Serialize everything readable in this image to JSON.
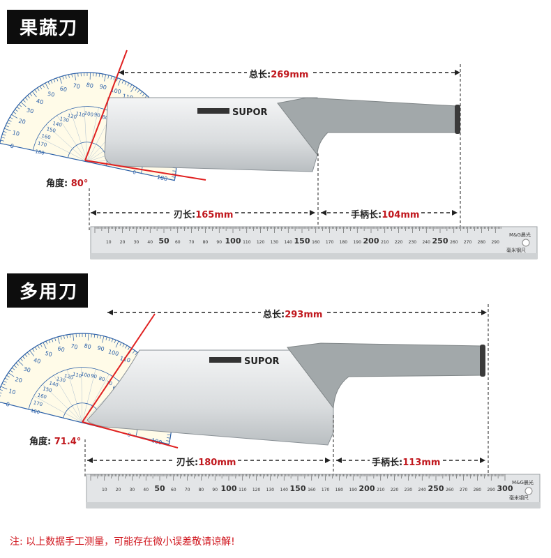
{
  "sections": [
    {
      "title": "果蔬刀",
      "total_label": "总长:",
      "total_value": "269mm",
      "blade_label": "刃长:",
      "blade_value": "165mm",
      "handle_label": "手柄长:",
      "handle_value": "104mm",
      "angle_label": "角度:",
      "angle_value": "80°",
      "brand": "SUPOR"
    },
    {
      "title": "多用刀",
      "total_label": "总长:",
      "total_value": "293mm",
      "blade_label": "刃长:",
      "blade_value": "180mm",
      "handle_label": "手柄长:",
      "handle_value": "113mm",
      "angle_label": "角度:",
      "angle_value": "71.4°",
      "brand": "SUPOR"
    }
  ],
  "ruler": {
    "brand": "M&G晨光",
    "subtitle": "毫米钢尺",
    "labels": [
      "10",
      "20",
      "30",
      "40",
      "50",
      "60",
      "70",
      "80",
      "90",
      "100",
      "110",
      "120",
      "130",
      "140",
      "150",
      "160",
      "170",
      "180",
      "190",
      "200",
      "210",
      "220",
      "230",
      "240",
      "250",
      "260",
      "270",
      "280",
      "290",
      "300"
    ]
  },
  "protractor": {
    "labels": [
      "0",
      "10",
      "20",
      "30",
      "40",
      "50",
      "60",
      "70",
      "80",
      "90",
      "100",
      "110",
      "120",
      "130",
      "140",
      "150",
      "160",
      "170",
      "180"
    ]
  },
  "note": "注: 以上数据手工测量，可能存在微小误差敬请谅解!",
  "colors": {
    "accent_red": "#c0171d",
    "handle_grey": "#9ea4a6",
    "protractor_blue": "#2a5fa8"
  }
}
